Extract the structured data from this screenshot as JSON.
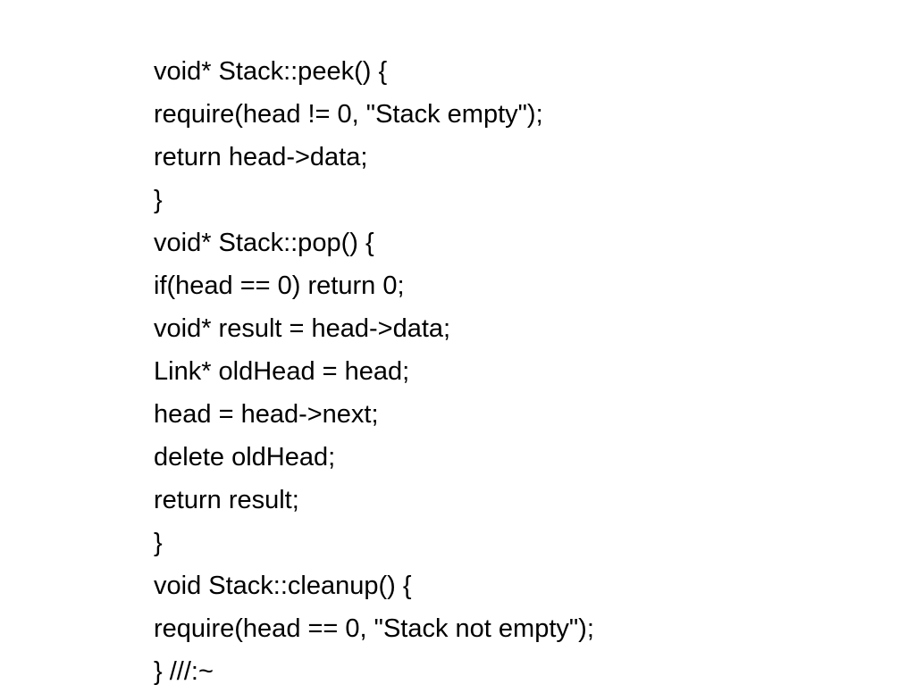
{
  "slide": {
    "text_color": "#000000",
    "background_color": "#ffffff",
    "lines": [
      "void* Stack::peek() {",
      "require(head != 0, \"Stack empty\");",
      "return head->data;",
      "}",
      "void* Stack::pop() {",
      "if(head == 0) return 0;",
      "void* result = head->data;",
      "Link* oldHead = head;",
      "head = head->next;",
      "delete oldHead;",
      "return result;",
      "}",
      "void Stack::cleanup() {",
      "require(head == 0, \"Stack not empty\");",
      "} ///:~"
    ]
  }
}
